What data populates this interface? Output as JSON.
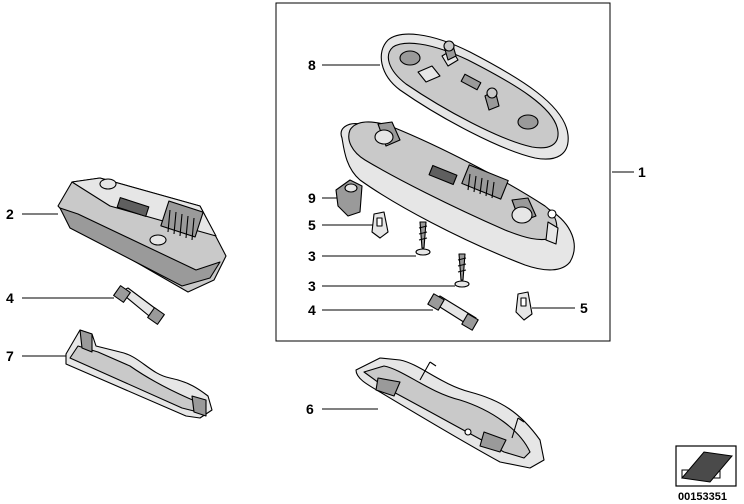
{
  "callouts": {
    "c1": "1",
    "c2": "2",
    "c3a": "3",
    "c3b": "3",
    "c4a": "4",
    "c4b": "4",
    "c5a": "5",
    "c5b": "5",
    "c6": "6",
    "c7": "7",
    "c8": "8",
    "c9": "9"
  },
  "document_number": "00153351"
}
